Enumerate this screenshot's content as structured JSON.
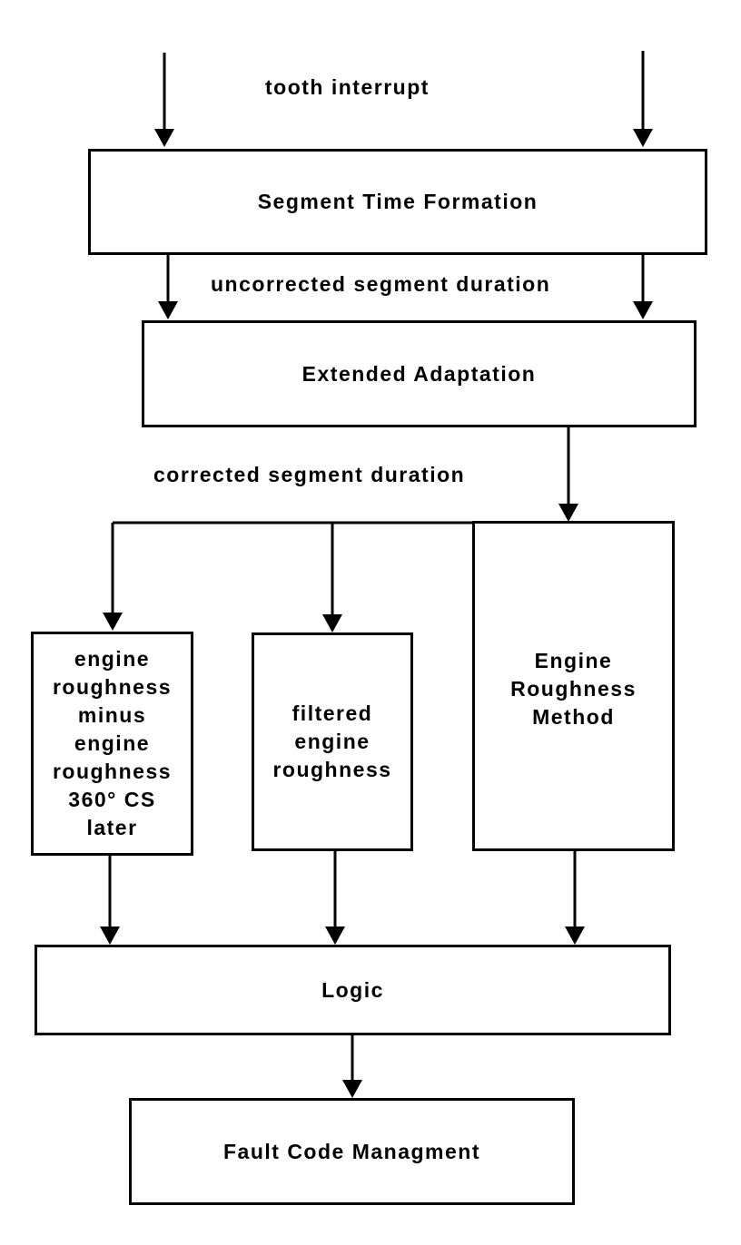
{
  "diagram": {
    "edge_labels": {
      "tooth_interrupt": "tooth interrupt",
      "uncorrected": "uncorrected segment duration",
      "corrected": "corrected segment duration"
    },
    "blocks": {
      "segment_time_formation": "Segment Time Formation",
      "extended_adaptation": "Extended Adaptation",
      "roughness_minus": "engine\nroughness\nminus\nengine\nroughness\n360° CS\nlater",
      "filtered_roughness": "filtered\nengine\nroughness",
      "roughness_method": "Engine\nRoughness\nMethod",
      "logic": "Logic",
      "fault_code": "Fault Code Managment"
    }
  }
}
